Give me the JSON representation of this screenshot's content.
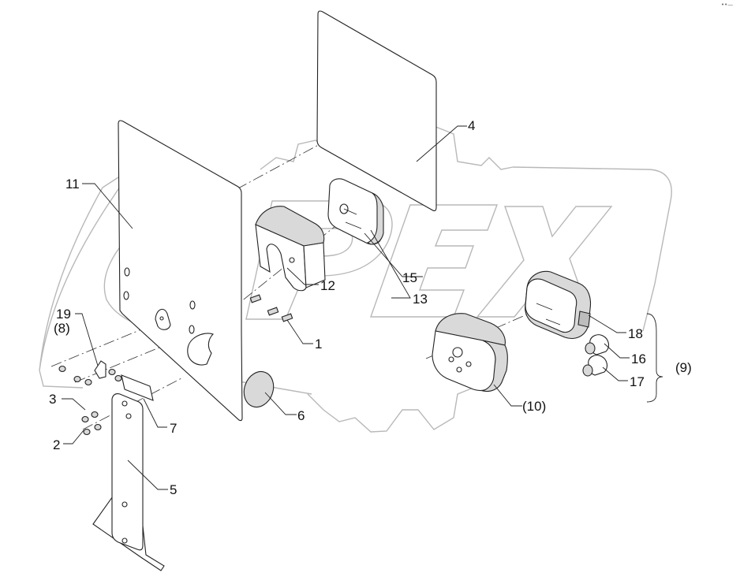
{
  "corner_mark": "••—",
  "watermark": {
    "text": "OPEX",
    "color": "#b8b8b8"
  },
  "callouts": {
    "c1": "1",
    "c2": "2",
    "c3": "3",
    "c4": "4",
    "c5": "5",
    "c6": "6",
    "c7": "7",
    "c8": "(8)",
    "c9": "(9)",
    "c10": "(10)",
    "c11": "11",
    "c12": "12",
    "c13": "13",
    "c15": "15",
    "c16": "16",
    "c17": "17",
    "c18": "18",
    "c19": "19"
  }
}
